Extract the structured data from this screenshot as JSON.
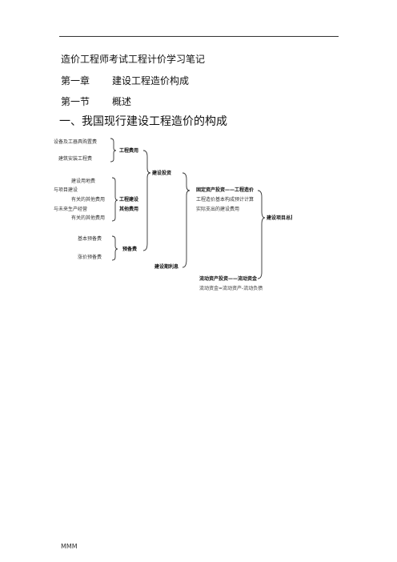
{
  "doc": {
    "title": "造价工程师考试工程计价学习笔记",
    "chapter_num": "第一章",
    "chapter_title": "建设工程造价构成",
    "section_num": "第一节",
    "section_title": "概述",
    "heading": "一、我国现行建设工程造价的构成"
  },
  "diagram": {
    "equipment_cost": "设备及工器具购置费",
    "construction_install": "建筑安装工程费",
    "engineering_cost": "工程费用",
    "land_use": "建设用地费",
    "project_related": "与项目建设",
    "related_other_1": "有关的其他费用",
    "future_production": "与未来生产经营",
    "related_other_2": "有关的其他费用",
    "other_cost_a": "工程建设",
    "other_cost_b": "其他费用",
    "basic_reserve": "基本预备费",
    "price_reserve": "涨价预备费",
    "reserve_fee": "预备费",
    "construction_investment": "建设投资",
    "interest": "建设期利息",
    "fixed_asset": "固定资产投资——工程造价",
    "fixed_desc_1": "工程造价基本构成预计计算",
    "fixed_desc_2": "实际支出的建设费用",
    "working_capital": "流动资产投资——流动资金",
    "working_desc": "流动资金=流动资产-流动负债",
    "total_investment": "建设项目总投资"
  },
  "footer": {
    "text": "MMM"
  }
}
